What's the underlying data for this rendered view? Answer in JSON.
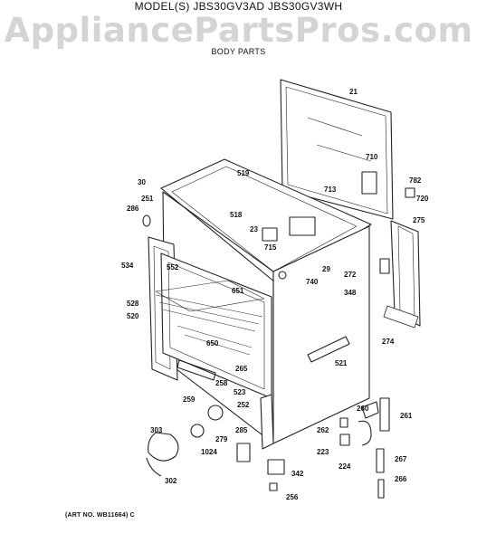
{
  "header": {
    "model_line": "MODEL(S) JBS30GV3AD  JBS30GV3WH",
    "watermark": "AppliancePartsPros.com",
    "section_title": "BODY PARTS"
  },
  "part_labels": [
    "21",
    "710",
    "782",
    "720",
    "713",
    "275",
    "30",
    "519",
    "251",
    "286",
    "518",
    "23",
    "715",
    "29",
    "534",
    "272",
    "740",
    "348",
    "552",
    "651",
    "528",
    "520",
    "274",
    "650",
    "521",
    "265",
    "258",
    "523",
    "259",
    "252",
    "260",
    "261",
    "285",
    "303",
    "279",
    "262",
    "223",
    "1024",
    "224",
    "267",
    "342",
    "266",
    "302",
    "256"
  ],
  "footer": {
    "art_number": "(ART NO. WB11664) C"
  }
}
